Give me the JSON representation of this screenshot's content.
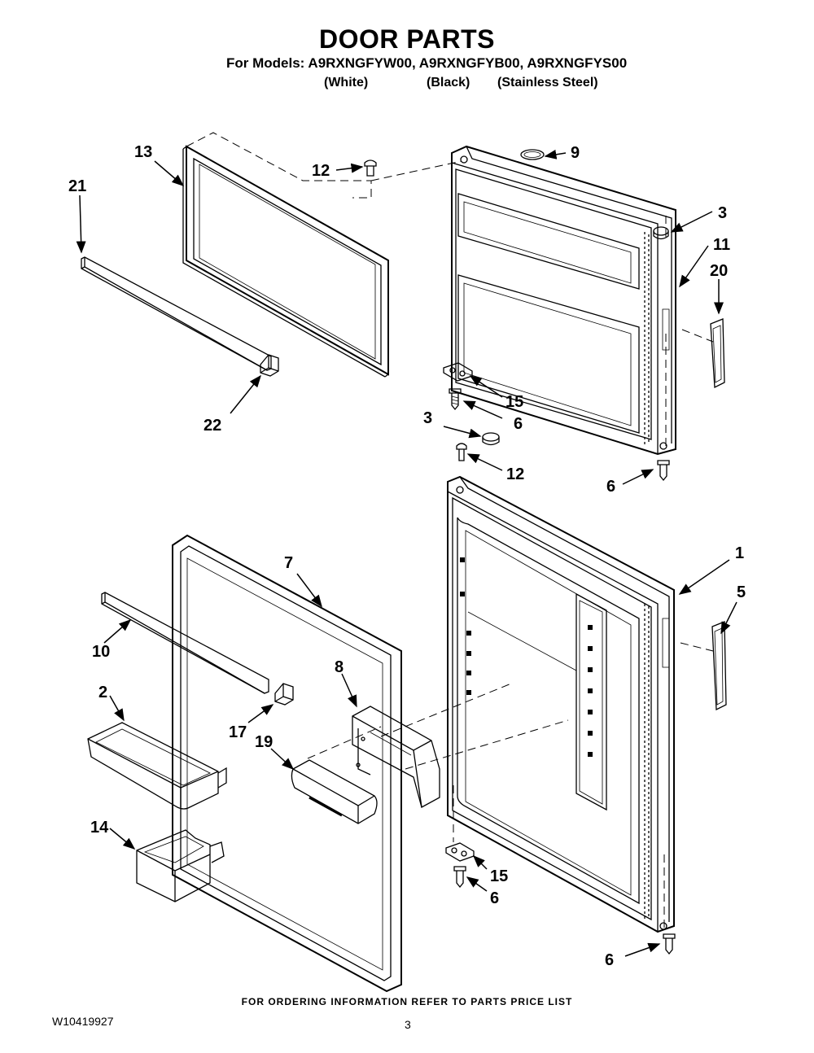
{
  "header": {
    "title": "DOOR PARTS",
    "models_line": "For Models: A9RXNGFYW00, A9RXNGFYB00, A9RXNGFYS00",
    "variants": [
      "(White)",
      "(Black)",
      "(Stainless Steel)"
    ]
  },
  "callouts": [
    "13",
    "12",
    "9",
    "21",
    "3",
    "11",
    "20",
    "22",
    "15",
    "6",
    "3",
    "12",
    "6",
    "7",
    "1",
    "5",
    "10",
    "8",
    "2",
    "17",
    "19",
    "14",
    "15",
    "6",
    "6"
  ],
  "footer": {
    "ordering_note": "FOR ORDERING INFORMATION REFER TO PARTS PRICE LIST",
    "doc_number": "W10419927",
    "page_number": "3"
  }
}
